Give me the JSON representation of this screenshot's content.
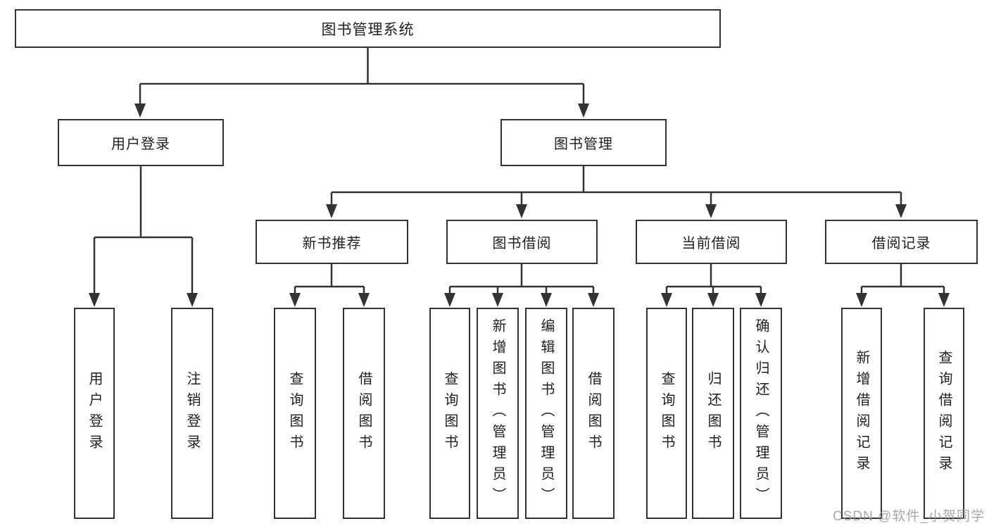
{
  "diagram_title": "图书管理系统",
  "tree": {
    "label": "图书管理系统",
    "children": [
      {
        "label": "用户登录",
        "children": [
          {
            "label": "用户登录"
          },
          {
            "label": "注销登录"
          }
        ]
      },
      {
        "label": "图书管理",
        "children": [
          {
            "label": "新书推荐",
            "children": [
              {
                "label": "查询图书"
              },
              {
                "label": "借阅图书"
              }
            ]
          },
          {
            "label": "图书借阅",
            "children": [
              {
                "label": "查询图书"
              },
              {
                "label": "新增图书（管理员）"
              },
              {
                "label": "编辑图书（管理员）"
              },
              {
                "label": "借阅图书"
              }
            ]
          },
          {
            "label": "当前借阅",
            "children": [
              {
                "label": "查询图书"
              },
              {
                "label": "归还图书"
              },
              {
                "label": "确认归还（管理员）"
              }
            ]
          },
          {
            "label": "借阅记录",
            "children": [
              {
                "label": "新增借阅记录"
              },
              {
                "label": "查询借阅记录"
              }
            ]
          }
        ]
      }
    ]
  },
  "watermark": {
    "text": "CSDN @软件_小贺同学"
  },
  "colors": {
    "line": "#333333",
    "box_border": "#333333",
    "text": "#1f1f1f",
    "background": "#ffffff",
    "watermark": "#94999f"
  }
}
